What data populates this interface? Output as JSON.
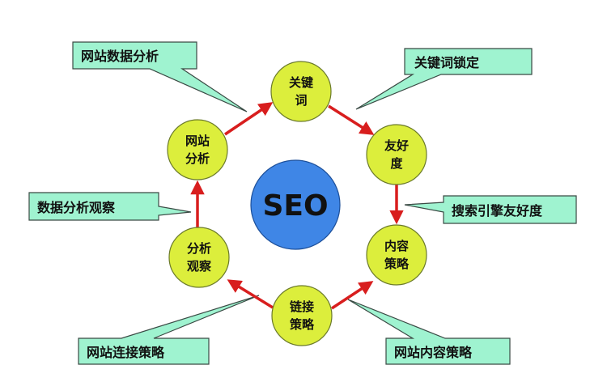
{
  "center": {
    "label": "SEO",
    "color": "#3f86e6"
  },
  "nodes": [
    {
      "line1": "关键",
      "line2": "词"
    },
    {
      "line1": "友好",
      "line2": "度"
    },
    {
      "line1": "内容",
      "line2": "策略"
    },
    {
      "line1": "链接",
      "line2": "策略"
    },
    {
      "line1": "分析",
      "line2": "观察"
    },
    {
      "line1": "网站",
      "line2": "分析"
    }
  ],
  "callouts": [
    "网站数据分析",
    "关键词锁定",
    "搜索引擎友好度",
    "数据分析观察",
    "网站连接策略",
    "网站内容策略"
  ],
  "colors": {
    "node": "#dcee3c",
    "callout": "#9ff3d0",
    "arrow": "#d81e1e"
  }
}
